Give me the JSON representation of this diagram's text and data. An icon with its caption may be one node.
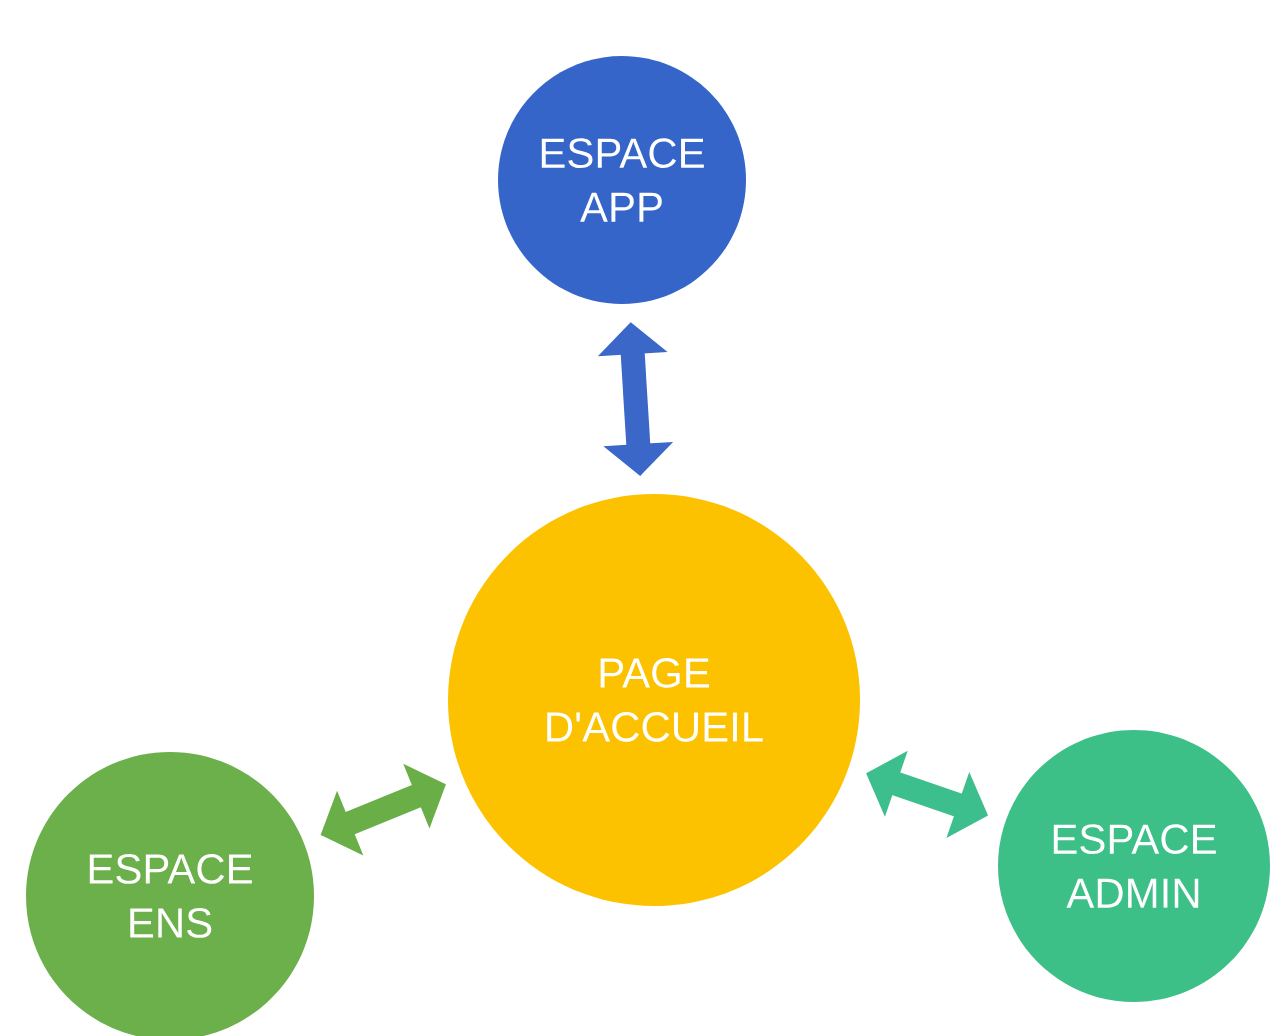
{
  "diagram": {
    "nodes": [
      {
        "text": [
          "ESPACE APP"
        ]
      },
      {
        "text": [
          "PAGE D'ACCUEIL"
        ]
      },
      {
        "text": [
          "ESPACE ENS"
        ]
      },
      {
        "text": [
          "ESPACE ADMIN"
        ]
      }
    ],
    "edges": [
      {
        "from": 0,
        "to": 1,
        "arrow": "both",
        "color": "#3a67c8"
      },
      {
        "from": 1,
        "to": 2,
        "arrow": "both",
        "color": "#6aae48"
      },
      {
        "from": 1,
        "to": 3,
        "arrow": "both",
        "color": "#3cbf8c"
      }
    ]
  }
}
